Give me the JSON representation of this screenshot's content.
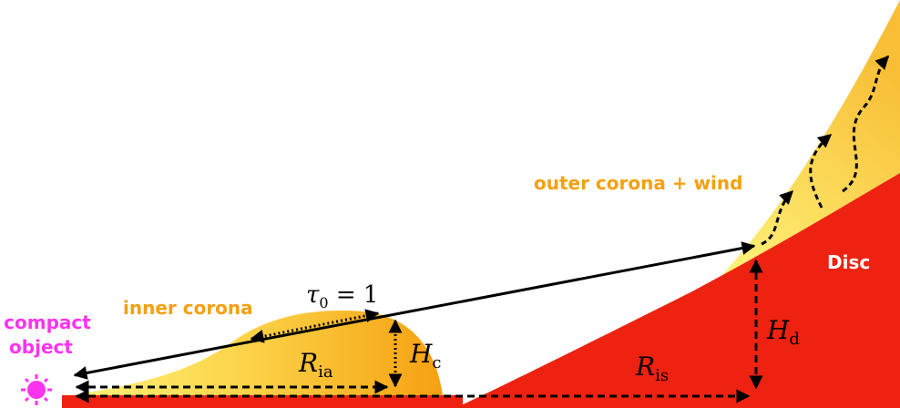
{
  "labels": {
    "compact_object_line1": "compact",
    "compact_object_line2": "object",
    "inner_corona": "inner corona",
    "outer_corona": "outer corona + wind",
    "disc": "Disc",
    "tau_symbol": "τ",
    "tau_sub": "0",
    "tau_rest": " = 1",
    "R_ia_main": "R",
    "R_ia_sub": "ia",
    "H_c_main": "H",
    "H_c_sub": "c",
    "R_is_main": "R",
    "R_is_sub": "is",
    "H_d_main": "H",
    "H_d_sub": "d"
  },
  "colors": {
    "compact_object": "#ff33ee",
    "inner_corona_text": "#f5a010",
    "outer_corona_text": "#f5a010",
    "disc": "#ee2211",
    "disc_text": "#ffffff",
    "corona_light": "#fff27a",
    "corona_dark": "#f5a010",
    "arrows": "#000000"
  }
}
